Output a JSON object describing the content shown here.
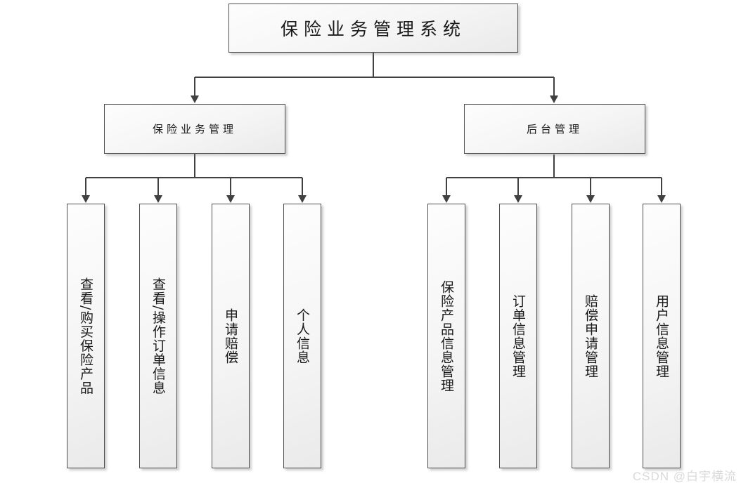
{
  "tree": {
    "root": {
      "label": "保险业务管理系统"
    },
    "branches": [
      {
        "label": "保险业务管理",
        "children": [
          "查看/购买保险产品",
          "查看/操作订单信息",
          "申请赔偿",
          "个人信息"
        ]
      },
      {
        "label": "后台管理",
        "children": [
          "保险产品信息管理",
          "订单信息管理",
          "赔偿申请管理",
          "用户信息管理"
        ]
      }
    ]
  },
  "watermark": {
    "text": "CSDN @白宇横流"
  },
  "colors": {
    "connector_line": "#404040",
    "node_border": "#4f4f4f",
    "node_fill_top": "#fdfdfd",
    "node_fill_bottom": "#eaeaea",
    "watermark_text": "#d9d9d9",
    "background": "#ffffff"
  }
}
